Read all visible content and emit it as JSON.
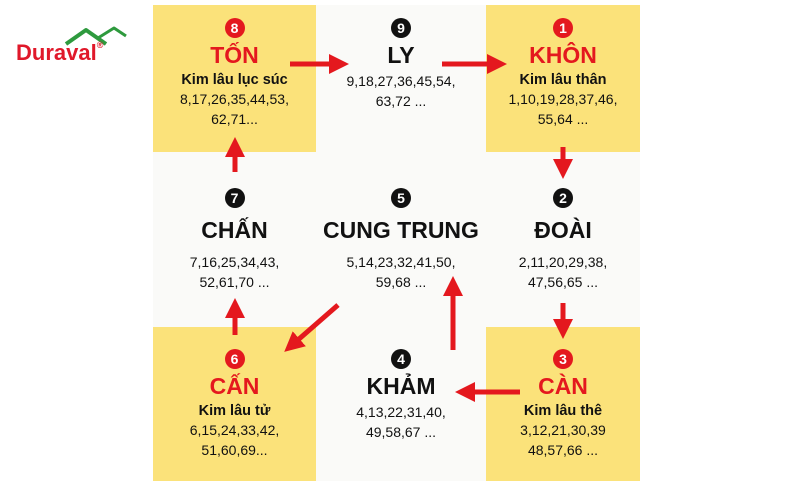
{
  "logo": {
    "text": "Duraval",
    "reg": "®"
  },
  "colors": {
    "accent_red": "#e4181e",
    "yellow": "#fbe27a",
    "light": "#fafaf8"
  },
  "cells": [
    {
      "num": "8",
      "name": "TỐN",
      "sub": "Kim lâu lục súc",
      "nums1": "8,17,26,35,44,53,",
      "nums2": "62,71..."
    },
    {
      "num": "9",
      "name": "LY",
      "nums1": "9,18,27,36,45,54,",
      "nums2": "63,72 ..."
    },
    {
      "num": "1",
      "name": "KHÔN",
      "sub": "Kim lâu thân",
      "nums1": "1,10,19,28,37,46,",
      "nums2": "55,64 ..."
    },
    {
      "num": "7",
      "name": "CHẤN",
      "nums1": "7,16,25,34,43,",
      "nums2": "52,61,70 ..."
    },
    {
      "num": "5",
      "name": "CUNG TRUNG",
      "nums1": "5,14,23,32,41,50,",
      "nums2": "59,68 ..."
    },
    {
      "num": "2",
      "name": "ĐOÀI",
      "nums1": "2,11,20,29,38,",
      "nums2": "47,56,65 ..."
    },
    {
      "num": "6",
      "name": "CẤN",
      "sub": "Kim lâu tử",
      "nums1": "6,15,24,33,42,",
      "nums2": "51,60,69..."
    },
    {
      "num": "4",
      "name": "KHẢM",
      "nums1": "4,13,22,31,40,",
      "nums2": "49,58,67 ..."
    },
    {
      "num": "3",
      "name": "CÀN",
      "sub": "Kim lâu thê",
      "nums1": "3,12,21,30,39",
      "nums2": "48,57,66 ..."
    }
  ]
}
